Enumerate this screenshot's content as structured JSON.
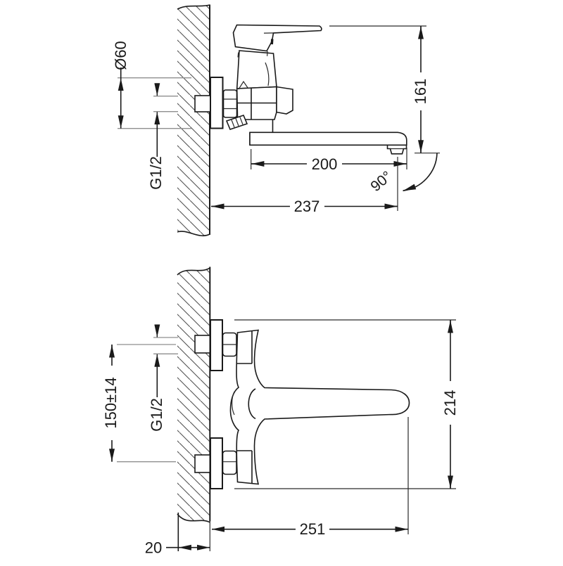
{
  "drawing": {
    "title": "wall-mounted-faucet-dimension-drawing",
    "side_view": {
      "flange_diameter": "Ø60",
      "thread": "G1/2",
      "height": "161",
      "spout_reach": "200",
      "swivel_angle": "90°",
      "total_depth": "237"
    },
    "plan_view": {
      "thread": "G1/2",
      "inlet_spacing": "150±14",
      "overall_width": "214",
      "overall_length": "251",
      "wall_thickness": "20"
    },
    "colors": {
      "line": "#1a1a1a",
      "extension_line": "#8f8f8f",
      "background": "#ffffff"
    }
  }
}
